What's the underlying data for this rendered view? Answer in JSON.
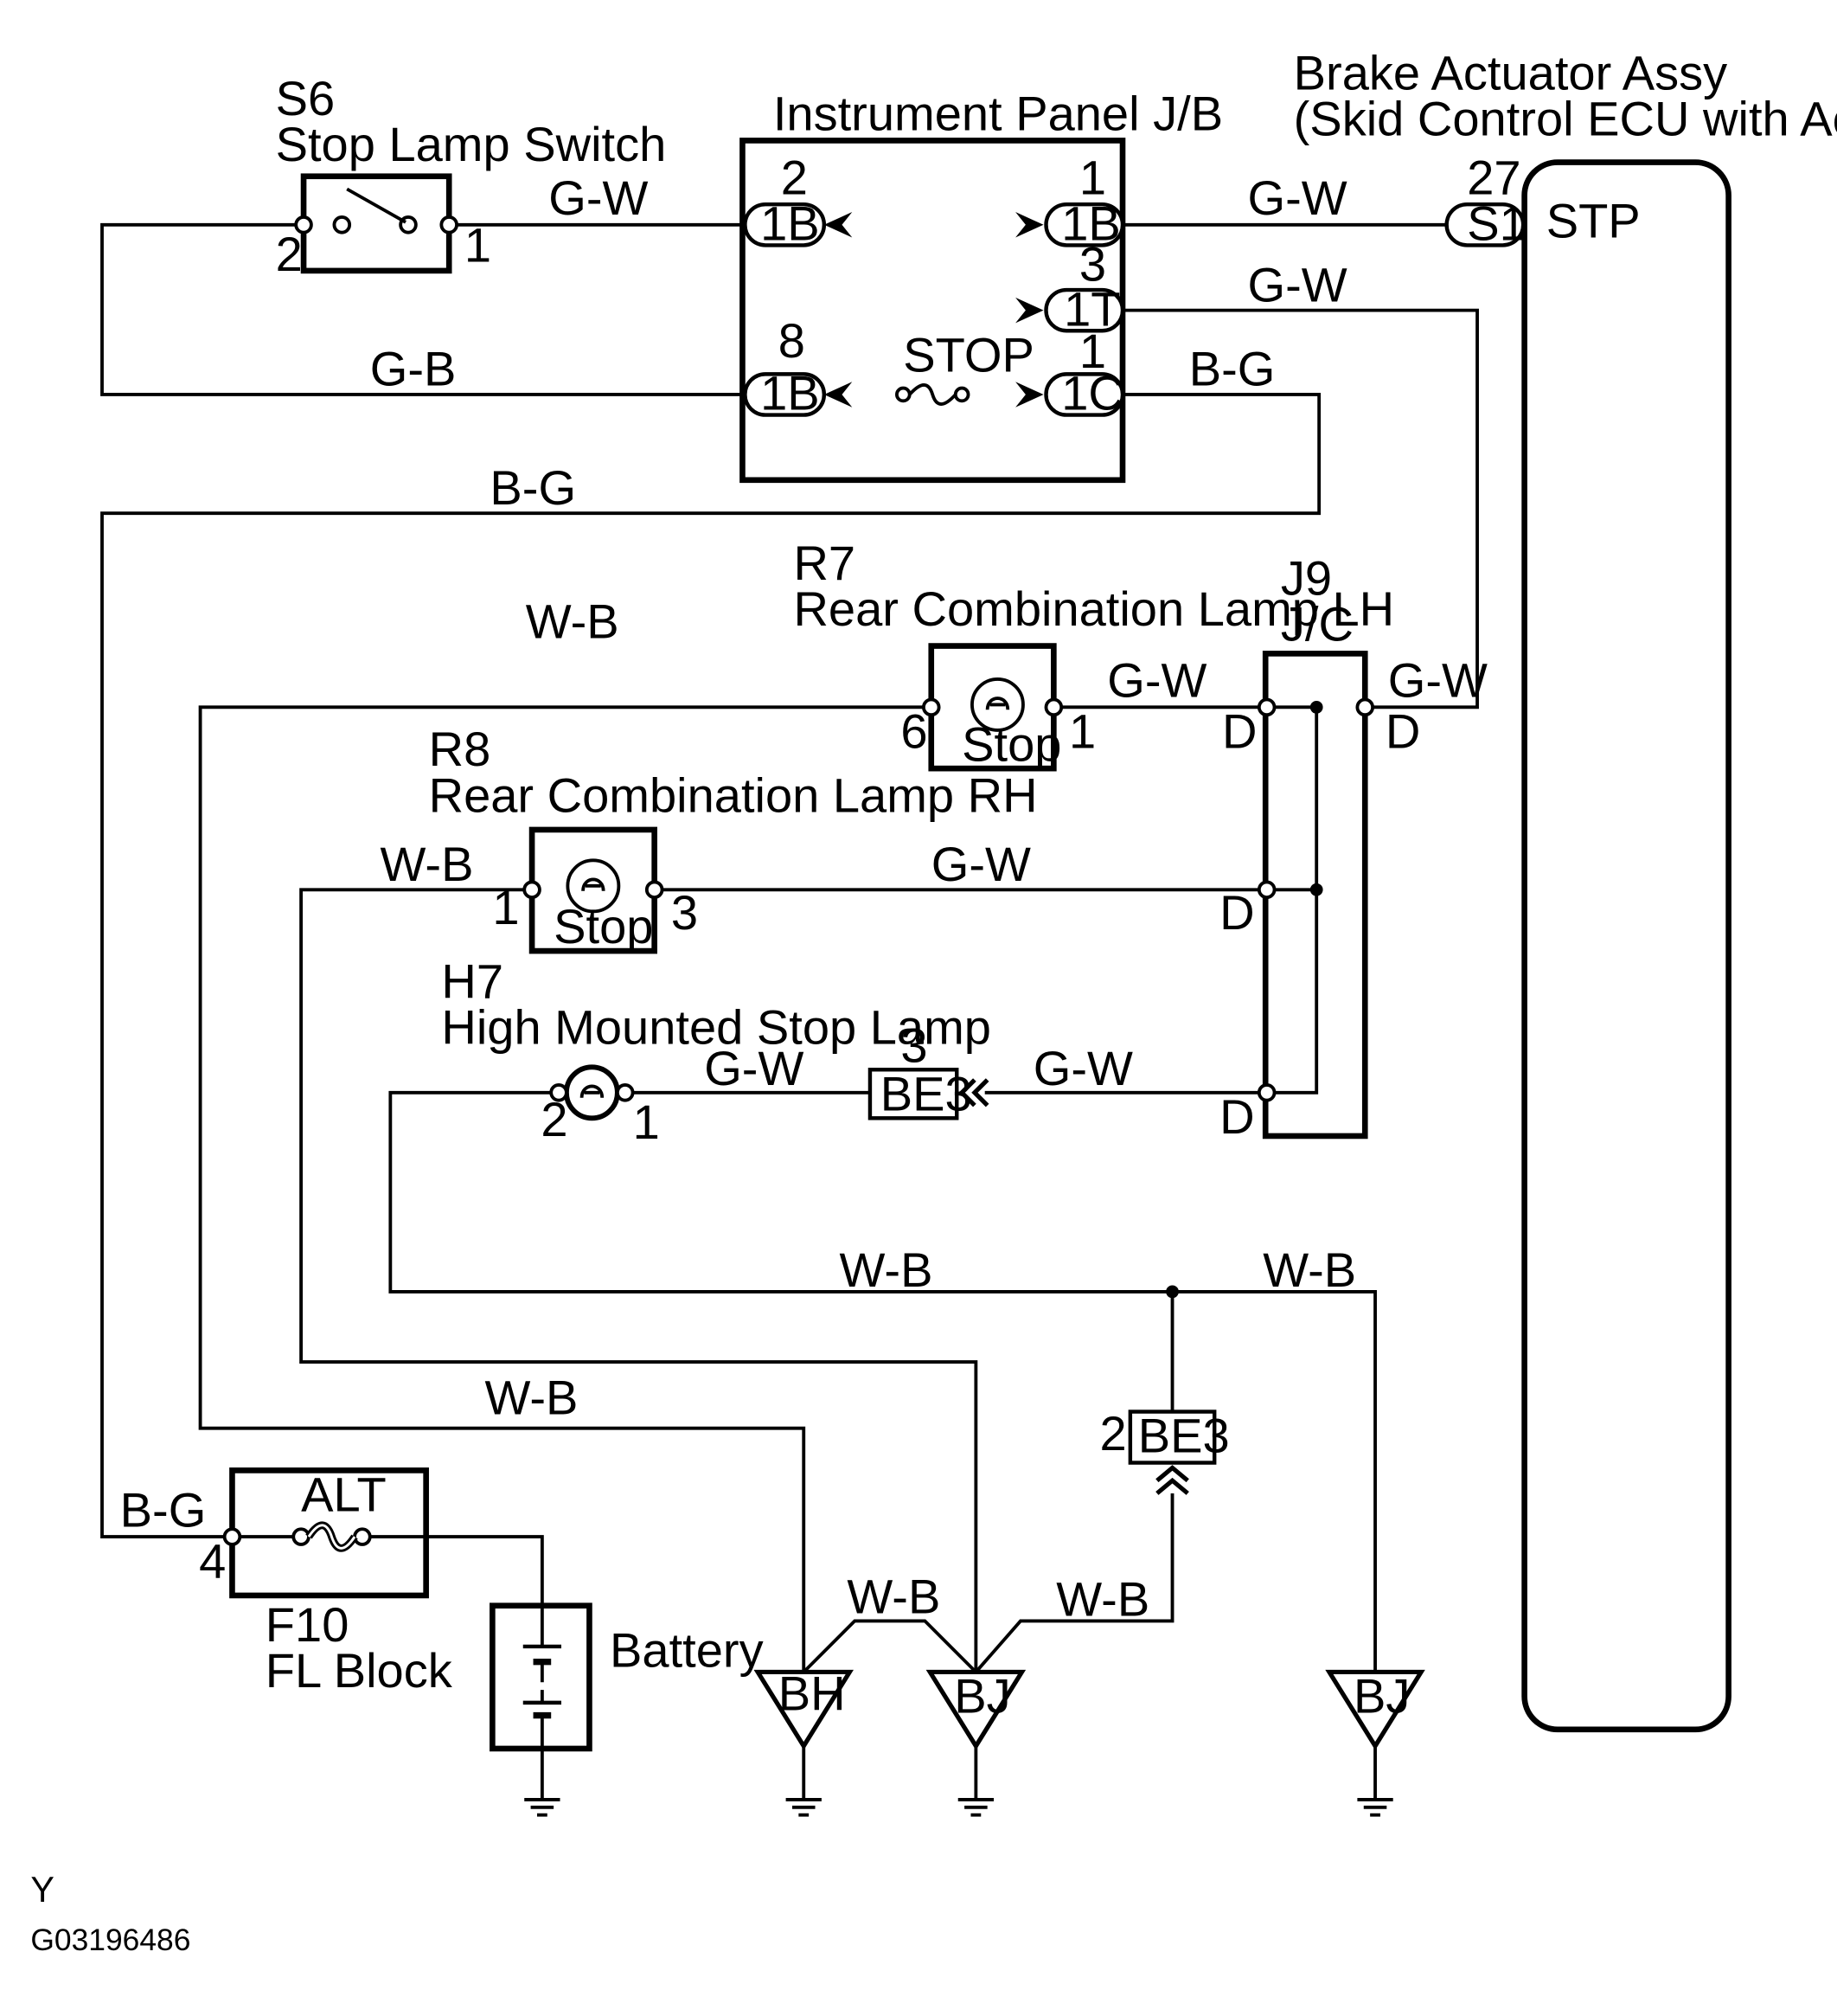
{
  "components": {
    "s6": {
      "ref": "S6",
      "name": "Stop Lamp Switch",
      "pin_left": "2",
      "pin_right": "1"
    },
    "jb": {
      "title": "Instrument Panel J/B",
      "fuse": "STOP",
      "connectors": [
        {
          "id": "1B",
          "pin": "2"
        },
        {
          "id": "1B",
          "pin": "1"
        },
        {
          "id": "1T",
          "pin": "3"
        },
        {
          "id": "1B",
          "pin": "8"
        },
        {
          "id": "1C",
          "pin": "1"
        }
      ]
    },
    "actuator": {
      "title1": "Brake Actuator Assy",
      "title2": "(Skid Control ECU with Actuator)",
      "pin": "27",
      "connector": "S1",
      "terminal": "STP"
    },
    "r7": {
      "ref": "R7",
      "name": "Rear Combination Lamp LH",
      "inner": "Stop",
      "pin_left": "6",
      "pin_right": "1"
    },
    "r8": {
      "ref": "R8",
      "name": "Rear Combination Lamp RH",
      "inner": "Stop",
      "pin_left": "1",
      "pin_right": "3"
    },
    "h7": {
      "ref": "H7",
      "name": "High Mounted Stop Lamp",
      "pin_left": "2",
      "pin_right": "1"
    },
    "j9": {
      "ref": "J9",
      "name": "J/C",
      "pin": "D"
    },
    "be3_top": {
      "id": "BE3",
      "pin": "3"
    },
    "be3_bot": {
      "id": "BE3",
      "pin": "2"
    },
    "f10": {
      "ref": "F10",
      "name": "FL Block",
      "fuse": "ALT",
      "pin": "4"
    },
    "battery": {
      "name": "Battery"
    },
    "grounds": {
      "bh": "BH",
      "bj1": "BJ",
      "bj2": "BJ"
    }
  },
  "wires": {
    "gw": "G-W",
    "gb": "G-B",
    "bg": "B-G",
    "wb": "W-B"
  },
  "footer": {
    "mark": "Y",
    "code": "G03196486"
  }
}
